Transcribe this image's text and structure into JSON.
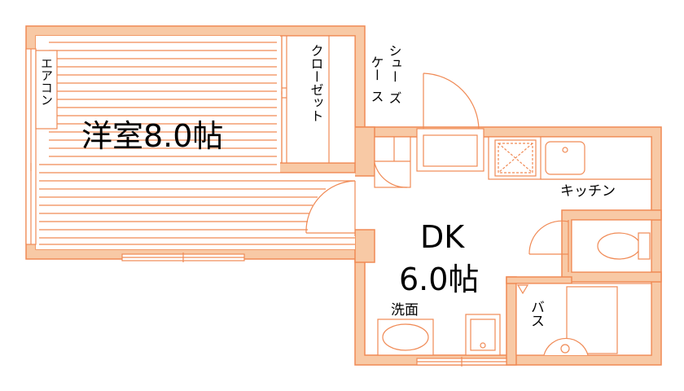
{
  "rooms": {
    "western_room": "洋室8.0帖",
    "dk_name": "DK",
    "dk_size": "6.0帖"
  },
  "labels": {
    "aircon": "エアコン",
    "closet": "クローゼット",
    "shoes_case_line1": "シュー",
    "shoes_case_line1b": "ズ",
    "shoes_case_line2": "ケー",
    "shoes_case_line2b": "ス",
    "kitchen": "キッチン",
    "washroom": "洗面",
    "bath": "バス"
  },
  "colors": {
    "wall_fill": "#f8c9a5",
    "line": "#f08a55",
    "background": "#ffffff"
  }
}
